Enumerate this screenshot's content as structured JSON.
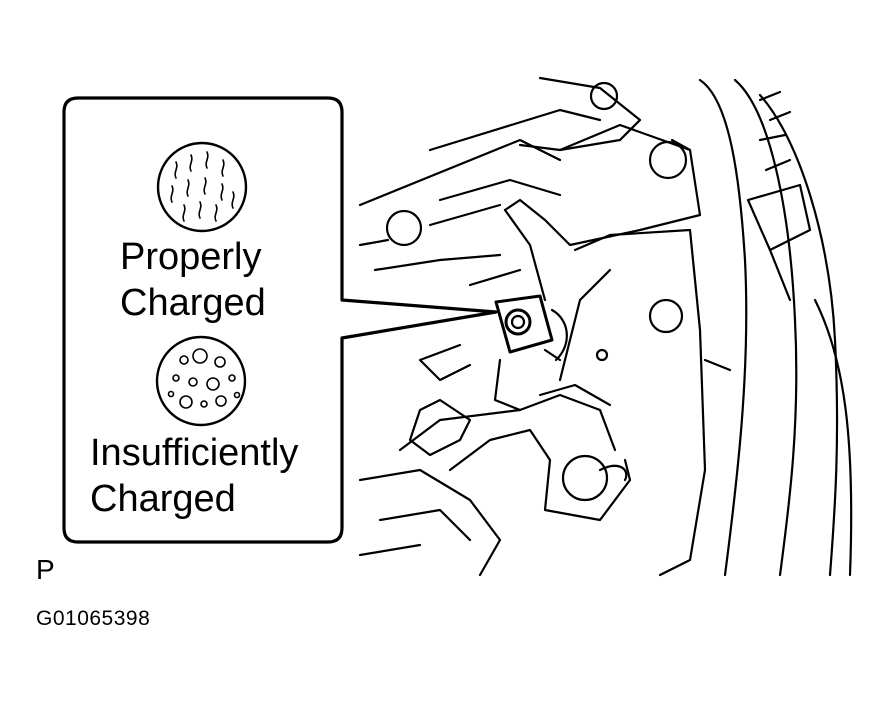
{
  "callout": {
    "properly_line1": "Properly",
    "properly_line2": "Charged",
    "insufficient_line1": "Insufficiently",
    "insufficient_line2": "Charged"
  },
  "view_label": "P",
  "figure_id": "G01065398"
}
